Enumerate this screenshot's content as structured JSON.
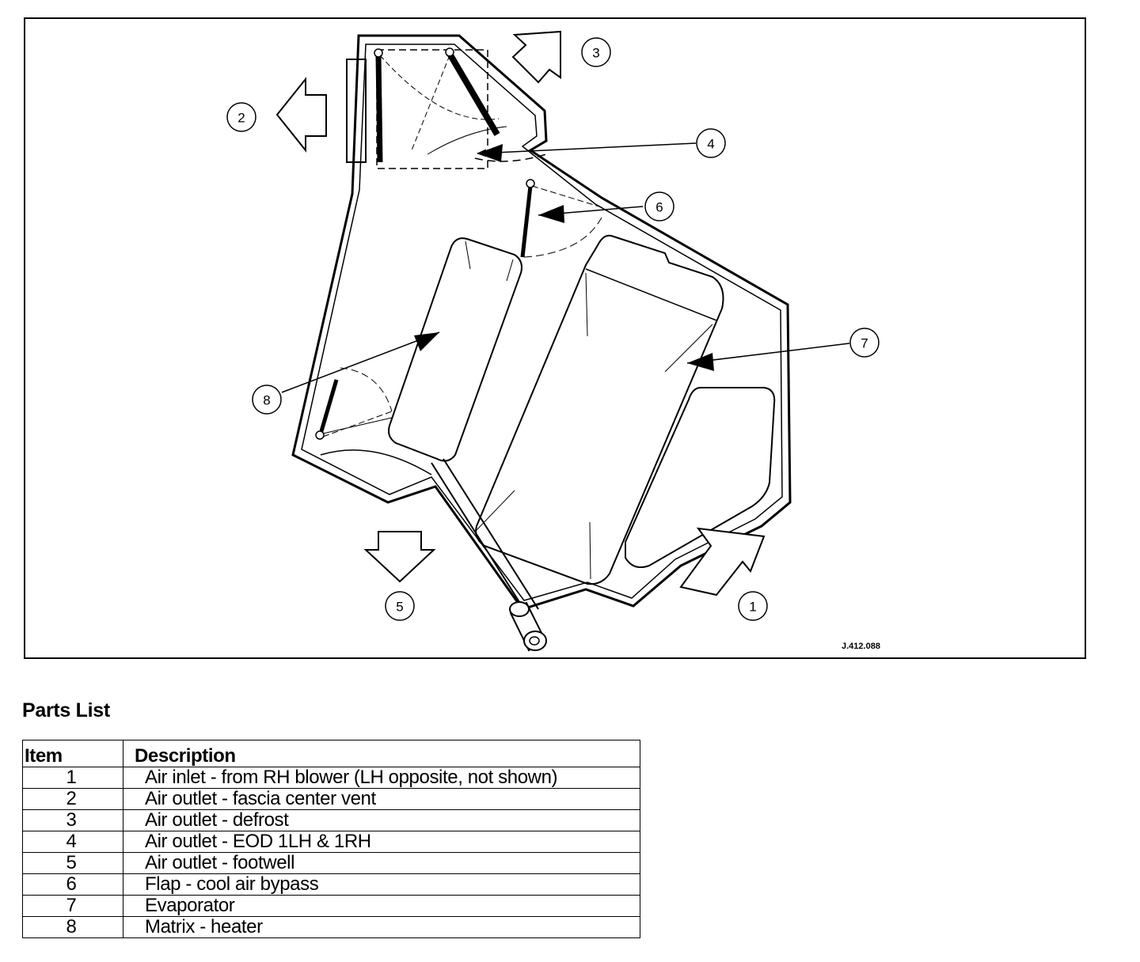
{
  "diagram": {
    "reference_code": "J.412.088",
    "callouts": [
      "1",
      "2",
      "3",
      "4",
      "5",
      "6",
      "7",
      "8"
    ]
  },
  "parts_list": {
    "title": "Parts List",
    "headers": {
      "item": "Item",
      "description": "Description"
    },
    "rows": [
      {
        "item": "1",
        "description": "Air inlet - from RH blower (LH opposite, not shown)"
      },
      {
        "item": "2",
        "description": "Air outlet - fascia center vent"
      },
      {
        "item": "3",
        "description": "Air outlet - defrost"
      },
      {
        "item": "4",
        "description": "Air outlet - EOD 1LH & 1RH"
      },
      {
        "item": "5",
        "description": "Air outlet - footwell"
      },
      {
        "item": "6",
        "description": "Flap - cool air bypass"
      },
      {
        "item": "7",
        "description": "Evaporator"
      },
      {
        "item": "8",
        "description": "Matrix - heater"
      }
    ]
  }
}
